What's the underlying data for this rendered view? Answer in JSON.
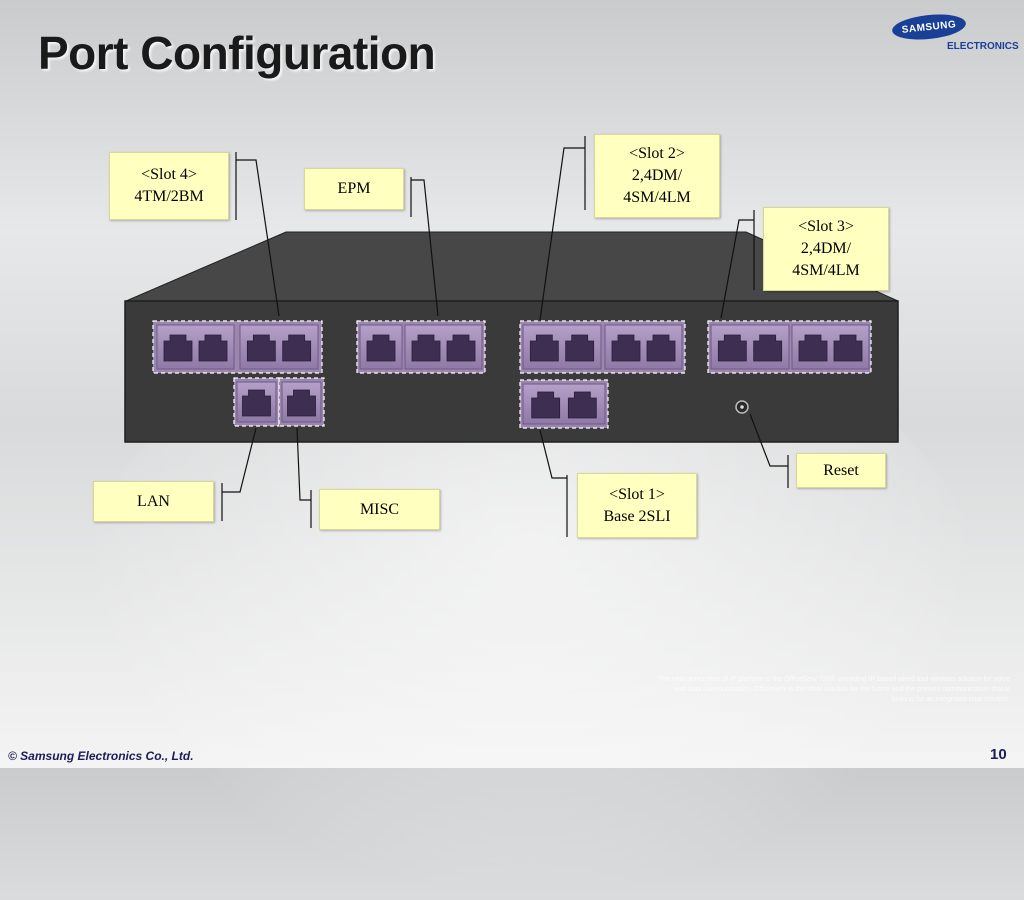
{
  "slide": {
    "title": "Port Configuration",
    "footer": "© Samsung Electronics Co., Ltd.",
    "page_number": "10"
  },
  "logo": {
    "brand": "SAMSUNG",
    "sub": "ELECTRONICS",
    "color": "#1a3f96"
  },
  "labels": {
    "slot4": "<Slot 4>\n4TM/2BM",
    "epm": "EPM",
    "slot2": "<Slot 2>\n2,4DM/\n4SM/4LM",
    "slot3": "<Slot 3>\n2,4DM/\n4SM/4LM",
    "lan": "LAN",
    "misc": "MISC",
    "slot1": "<Slot 1>\nBase 2SLI",
    "reset": "Reset"
  },
  "colors": {
    "label_fill": "#ffffc0",
    "device_body": "#3a3a3a",
    "device_top": "#4a4a4a",
    "port_fill": "#9b86ae",
    "jack": "#3d2e52"
  },
  "watermark": "The next generation of IP platform is the OfficeServ 7200, providing IP based wired and wireless solution for voice and data communication. OfficeServ is the ideal solution for the future and the present communication that is looking for an integrated total solution."
}
